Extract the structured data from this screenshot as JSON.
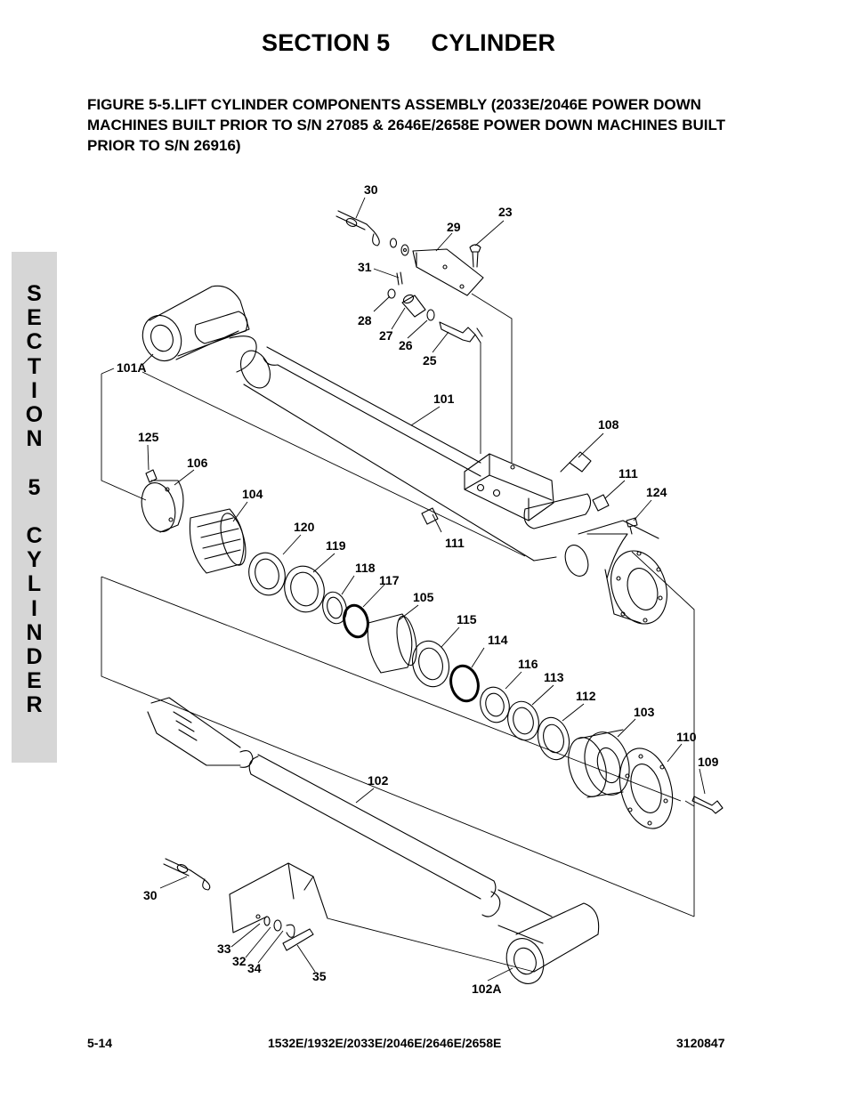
{
  "section_title": "SECTION 5      CYLINDER",
  "figure_title": "FIGURE 5-5.LIFT CYLINDER COMPONENTS ASSEMBLY (2033E/2046E POWER DOWN MACHINES BUILT PRIOR TO S/N 27085 & 2646E/2658E POWER DOWN MACHINES BUILT PRIOR TO S/N 26916)",
  "side_tab": [
    "S",
    "E",
    "C",
    "T",
    "I",
    "O",
    "N",
    "",
    "5",
    "",
    "C",
    "Y",
    "L",
    "I",
    "N",
    "D",
    "E",
    "R"
  ],
  "callouts": {
    "c30a": "30",
    "c23": "23",
    "c29": "29",
    "c31": "31",
    "c28": "28",
    "c27": "27",
    "c26": "26",
    "c25": "25",
    "c101a": "101A",
    "c101": "101",
    "c108": "108",
    "c125": "125",
    "c106": "106",
    "c104": "104",
    "c111a": "111",
    "c124": "124",
    "c111b": "111",
    "c120": "120",
    "c119": "119",
    "c118": "118",
    "c117": "117",
    "c105": "105",
    "c115": "115",
    "c114": "114",
    "c116": "116",
    "c113": "113",
    "c112": "112",
    "c103": "103",
    "c110": "110",
    "c109": "109",
    "c102": "102",
    "c30b": "30",
    "c33": "33",
    "c32": "32",
    "c34": "34",
    "c35": "35",
    "c102a": "102A"
  },
  "footer": {
    "page": "5-14",
    "models": "1532E/1932E/2033E/2046E/2646E/2658E",
    "doc_number": "3120847"
  }
}
